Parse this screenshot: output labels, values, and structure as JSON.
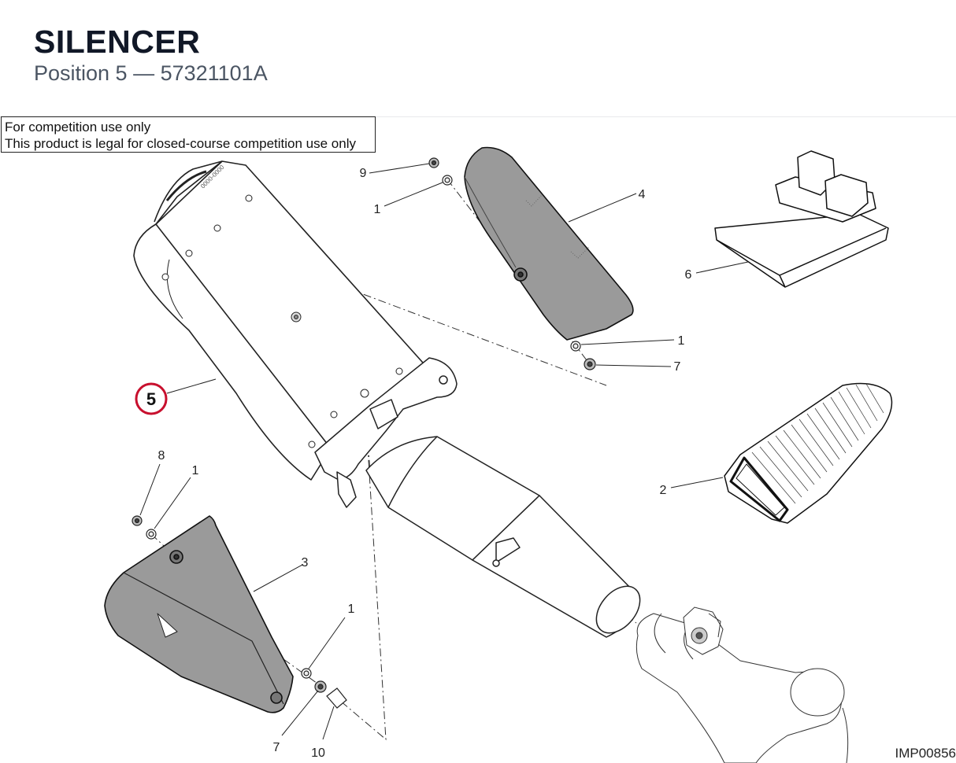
{
  "header": {
    "title": "SILENCER",
    "subtitle": "Position 5 — 57321101A"
  },
  "notice": {
    "line1": "For competition use only",
    "line2": "This product is legal for closed-course competition use only"
  },
  "diagram": {
    "ref_code": "IMP00856",
    "highlighted_position": "5",
    "highlight_color": "#c8102e",
    "callouts": [
      "9",
      "1",
      "4",
      "6",
      "1",
      "7",
      "2",
      "8",
      "1",
      "3",
      "1",
      "7",
      "10"
    ]
  }
}
